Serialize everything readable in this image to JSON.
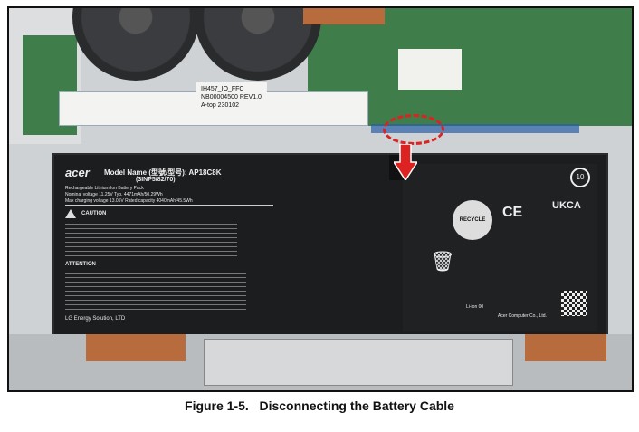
{
  "figure": {
    "caption": "Figure 1-5.   Disconnecting the Battery Cable"
  },
  "photo": {
    "ffc_label": [
      "IH457_IO_FFC",
      "NB00004500 REV1.0",
      "A-top 230102"
    ],
    "battery": {
      "brand": "acer",
      "model_line": "Model Name (型號/型号): AP18C8K",
      "model_sub": "(3INP5/82/70)",
      "spec_lines": [
        "Rechargeable Lithium Ion Battery Pack",
        "Nominal voltage 11.25V   Typ. 4471mAh/50.29Wh",
        "Max charging voltage 13.05V   Rated capacity 4040mAh/45.5Wh"
      ],
      "caution_title": "CAUTION",
      "attention_title": "ATTENTION",
      "manufacturer": "LG Energy Solution, LTD",
      "marks": [
        "UKCA",
        "CE",
        "10",
        "RECYCLE",
        "Li-ion 00",
        "Acer Computer Co., Ltd."
      ]
    },
    "colors": {
      "highlight": "#dd2222",
      "board": "#3f7d4a",
      "battery": "#1c1d1f"
    }
  }
}
